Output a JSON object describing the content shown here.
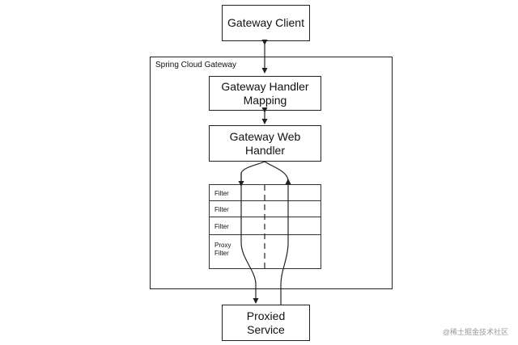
{
  "client": {
    "label": "Gateway Client"
  },
  "gateway": {
    "title": "Spring Cloud Gateway",
    "handler_mapping": {
      "line1": "Gateway Handler",
      "line2": "Mapping"
    },
    "web_handler": {
      "line1": "Gateway Web",
      "line2": "Handler"
    },
    "filters": [
      {
        "line1": "Filter",
        "line2": ""
      },
      {
        "line1": "Filter",
        "line2": ""
      },
      {
        "line1": "Filter",
        "line2": ""
      },
      {
        "line1": "Proxy",
        "line2": "Filter"
      }
    ]
  },
  "service": {
    "line1": "Proxied",
    "line2": "Service"
  },
  "watermark": "@稀土掘金技术社区"
}
